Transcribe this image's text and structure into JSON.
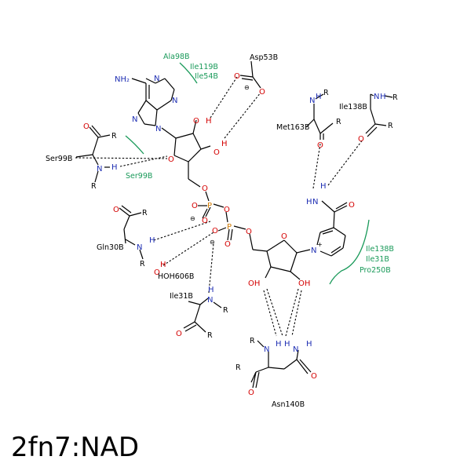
{
  "title": "2fn7:NAD",
  "residues": {
    "asp53": "Asp53B",
    "ala98": "Ala98B",
    "ile119": "Ile119B",
    "ile54": "Ile54B",
    "ile138_top": "Ile138B",
    "met163": "Met163B",
    "ser99": "Ser99B",
    "ser99_green": "Ser99B",
    "gln30": "Gln30B",
    "hoh606": "HOH606B",
    "ile31": "Ile31B",
    "ile138_green": "Ile138B",
    "ile31_green": "Ile31B",
    "pro250": "Pro250B",
    "asn140": "Asn140B"
  },
  "atoms": {
    "nh2": "NH₂",
    "n": "N",
    "nplus": "N",
    "o": "O",
    "oh": "OH",
    "h": "H",
    "p": "P",
    "r": "R",
    "minus": "⊖",
    "plus": "+"
  }
}
